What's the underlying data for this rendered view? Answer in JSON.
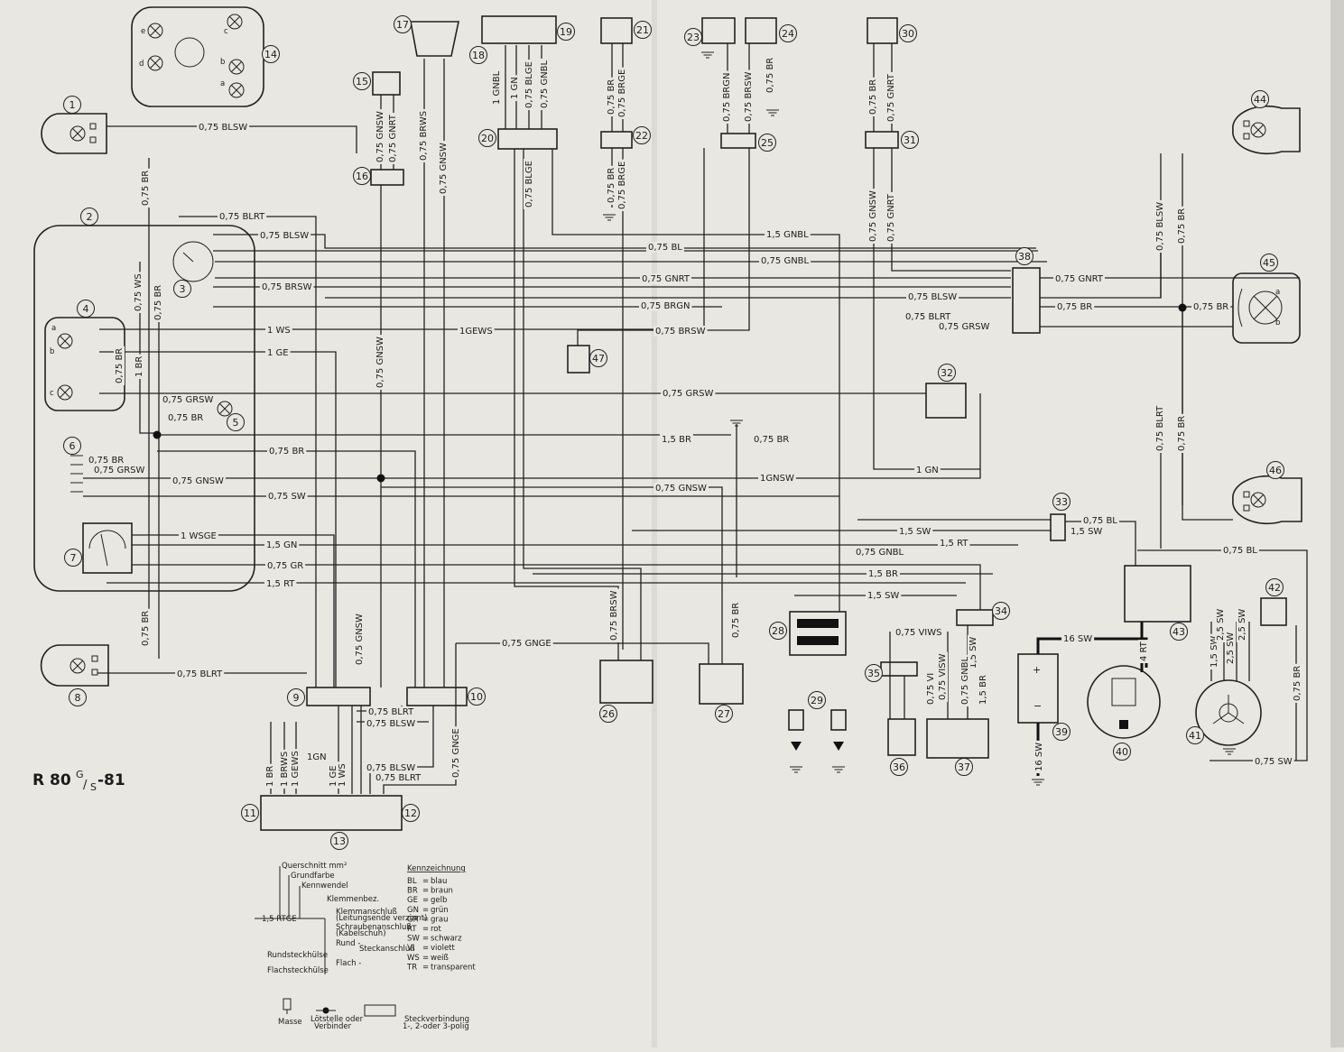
{
  "title": {
    "main": "R 80",
    "sup": "G",
    "sub": "S",
    "suffix": "-81"
  },
  "components": [
    "1",
    "2",
    "3",
    "4",
    "5",
    "6",
    "7",
    "8",
    "9",
    "10",
    "11",
    "12",
    "13",
    "14",
    "15",
    "16",
    "17",
    "18",
    "19",
    "20",
    "21",
    "22",
    "23",
    "24",
    "25",
    "26",
    "27",
    "28",
    "29",
    "30",
    "31",
    "32",
    "33",
    "34",
    "35",
    "36",
    "37",
    "38",
    "39",
    "40",
    "41",
    "42",
    "43",
    "44",
    "45",
    "46",
    "47"
  ],
  "gauge_letters": {
    "a": "a",
    "b": "b",
    "c": "c",
    "d": "d",
    "e": "e"
  },
  "wire_labels_h": [
    "0,75 BLSW",
    "0,75 BLRT",
    "0,75 BLSW",
    "0,75 BRSW",
    "1 WS",
    "1 GE",
    "1GEWS",
    "0,75 BRSW",
    "0,75 BL",
    "1,5 GNBL",
    "0,75 GNBL",
    "0,75 GNRT",
    "0,75 BRGN",
    "0,75 GRSW",
    "0,75 BR",
    "0,75 GRSW",
    "1,5 BR",
    "0,75 BR",
    "0,75 BR",
    "1GNSW",
    "1 GN",
    "0,75 GNSW",
    "0,75 GNSW",
    "0,75 SW",
    "1 WSGE",
    "1,5 GN",
    "0,75 GR",
    "1,5 RT",
    "0,75 BLRT",
    "0,75 GNGE",
    "0,75 GNRT",
    "0,75 BLSW",
    "0,75 BR",
    "0,75 BLRT",
    "0,75 GRSW",
    "0,75 BR",
    "1,5 SW",
    "0,75 BL",
    "1,5 SW",
    "0,75 GNBL",
    "1,5 RT",
    "1,5 BR",
    "1,5 SW",
    "0,75 BL",
    "16 SW",
    "0,75 SW",
    "0,75 VIWS",
    "0,75 BLRT",
    "0,75 BLSW",
    "1GN",
    "0,75 BLSW",
    "0,75 BLRT",
    "0,75 BR",
    "0,75 GRSW"
  ],
  "wire_labels_v": [
    "0,75 BR",
    "0,75 WS",
    "0,75 BR",
    "0,75 BR",
    "1 BR",
    "0,75 BR",
    "0,75 GNSW",
    "0,75 GNRT",
    "0,75 BRWS",
    "0,75 GNSW",
    "1 GNBL",
    "1 GN",
    "0,75 BLGE",
    "0,75 GNBL",
    "0,75 BLGE",
    "0,75 BR",
    "0,75 BRGE",
    "0,75 BR",
    "0,75 BRGE",
    "0,75 BRGN",
    "0,75 BRSW",
    "0,75 BR",
    "0,75 BR",
    "0,75 GNRT",
    "0,75 GNSW",
    "0,75 GNRT",
    "0,75 BLSW",
    "0,75 BR",
    "0,75 BLRT",
    "0,75 BR",
    "0,75 GNSW",
    "0,75 GNSW",
    "0,75 BRSW",
    "0,75 BR",
    "1,5 SW",
    "0,75 VI",
    "0,75 VISW",
    "0,75 GNBL",
    "1,5 BR",
    "4 RT",
    "1,5 SW",
    "2,5 SW",
    "2,5 SW",
    "2,5 SW",
    "0,75 BR",
    "16 SW",
    "1 BR",
    "1 BRWS",
    "1 GEWS",
    "1 GE",
    "1 WS",
    "0,75 GNGE"
  ],
  "legend": {
    "heading": "Kennzeichnung",
    "codes": [
      {
        "code": "BL",
        "name": "blau"
      },
      {
        "code": "BR",
        "name": "braun"
      },
      {
        "code": "GE",
        "name": "gelb"
      },
      {
        "code": "GN",
        "name": "grün"
      },
      {
        "code": "GR",
        "name": "grau"
      },
      {
        "code": "RT",
        "name": "rot"
      },
      {
        "code": "SW",
        "name": "schwarz"
      },
      {
        "code": "VI",
        "name": "violett"
      },
      {
        "code": "WS",
        "name": "weiß"
      },
      {
        "code": "TR",
        "name": "transparent"
      }
    ],
    "example_wire": "1,5 RTGE",
    "key": {
      "querschnitt": "Querschnitt mm²",
      "grundfarbe": "Grundfarbe",
      "kennwendel": "Kennwendel",
      "klemmenbez": "Klemmenbez.",
      "klemmanschluss": "Klemmanschluß",
      "klemmanschluss_sub": "(Leitungsende verzinnt)",
      "schraubenanschluss": "Schraubenanschluß",
      "schraubenanschluss_sub": "(Kabelschuh)",
      "rund": "Rund -",
      "steckanschluss": "Steckanschluß",
      "rundsteckhuelse": "Rundsteckhülse",
      "flach": "Flach -",
      "flachsteckhuelse": "Flachsteckhülse"
    },
    "symbols": {
      "masse": "Masse",
      "loetstelle": "Lötstelle oder",
      "loetstelle2": "Verbinder",
      "steck": "Steckverbindung",
      "steck2": "1-, 2-oder 3-polig"
    }
  }
}
